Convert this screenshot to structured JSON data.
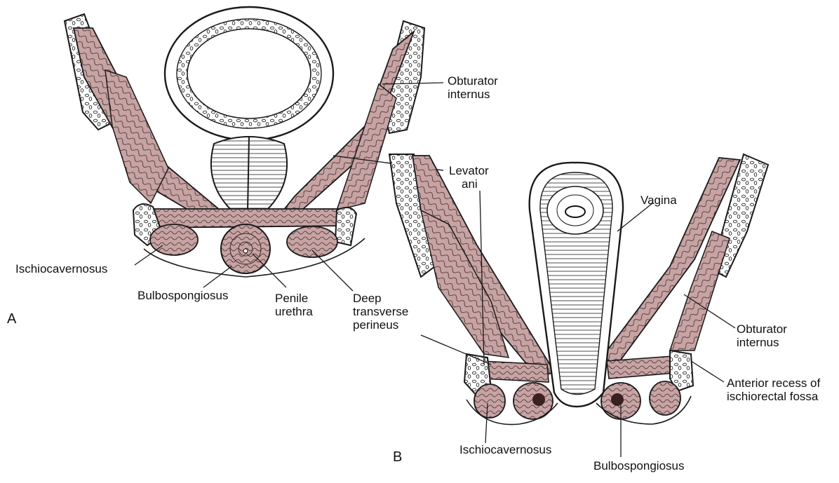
{
  "figure": {
    "panel_a": {
      "letter": "A",
      "labels": {
        "obturator_internus": [
          "Obturator",
          "internus"
        ],
        "ischiocavernosus": [
          "Ischiocavernosus"
        ],
        "bulbospongiosus": [
          "Bulbospongiosus"
        ],
        "penile_urethra": [
          "Penile",
          "urethra"
        ],
        "deep_transverse_perineus": [
          "Deep",
          "transverse",
          "perineus"
        ],
        "levator_ani": [
          "Levator",
          "ani"
        ]
      }
    },
    "panel_b": {
      "letter": "B",
      "labels": {
        "vagina": [
          "Vagina"
        ],
        "obturator_internus": [
          "Obturator",
          "internus"
        ],
        "anterior_recess": [
          "Anterior recess of",
          "ischiorectal fossa"
        ],
        "ischiocavernosus": [
          "Ischiocavernosus"
        ],
        "bulbospongiosus": [
          "Bulbospongiosus"
        ]
      }
    },
    "colors": {
      "muscle": "#c8a3a3",
      "muscle_line": "#3a2a2a",
      "bone": "#ffffff",
      "outline": "#1a1a1a"
    }
  }
}
